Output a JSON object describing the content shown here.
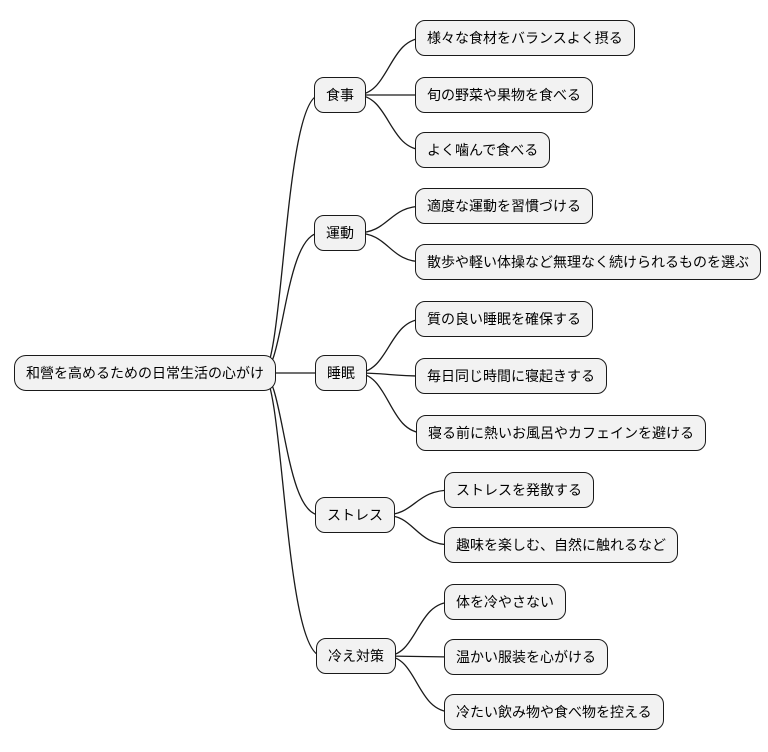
{
  "diagram": {
    "type": "mindmap",
    "colors": {
      "background": "#ffffff",
      "node_fill": "#f2f2f2",
      "node_border": "#1a1a1a",
      "connector": "#1a1a1a",
      "text": "#000000"
    },
    "root": {
      "label": "和營を高めるための日常生活の心がけ"
    },
    "branches": [
      {
        "label": "食事",
        "children": [
          {
            "label": "様々な食材をバランスよく摂る"
          },
          {
            "label": "旬の野菜や果物を食べる"
          },
          {
            "label": "よく噛んで食べる"
          }
        ]
      },
      {
        "label": "運動",
        "children": [
          {
            "label": "適度な運動を習慣づける"
          },
          {
            "label": "散歩や軽い体操など無理なく続けられるものを選ぶ"
          }
        ]
      },
      {
        "label": "睡眠",
        "children": [
          {
            "label": "質の良い睡眠を確保する"
          },
          {
            "label": "毎日同じ時間に寝起きする"
          },
          {
            "label": "寝る前に熱いお風呂やカフェインを避ける"
          }
        ]
      },
      {
        "label": "ストレス",
        "children": [
          {
            "label": "ストレスを発散する"
          },
          {
            "label": "趣味を楽しむ、自然に触れるなど"
          }
        ]
      },
      {
        "label": "冷え対策",
        "children": [
          {
            "label": "体を冷やさない"
          },
          {
            "label": "温かい服装を心がける"
          },
          {
            "label": "冷たい飲み物や食べ物を控える"
          }
        ]
      }
    ]
  }
}
